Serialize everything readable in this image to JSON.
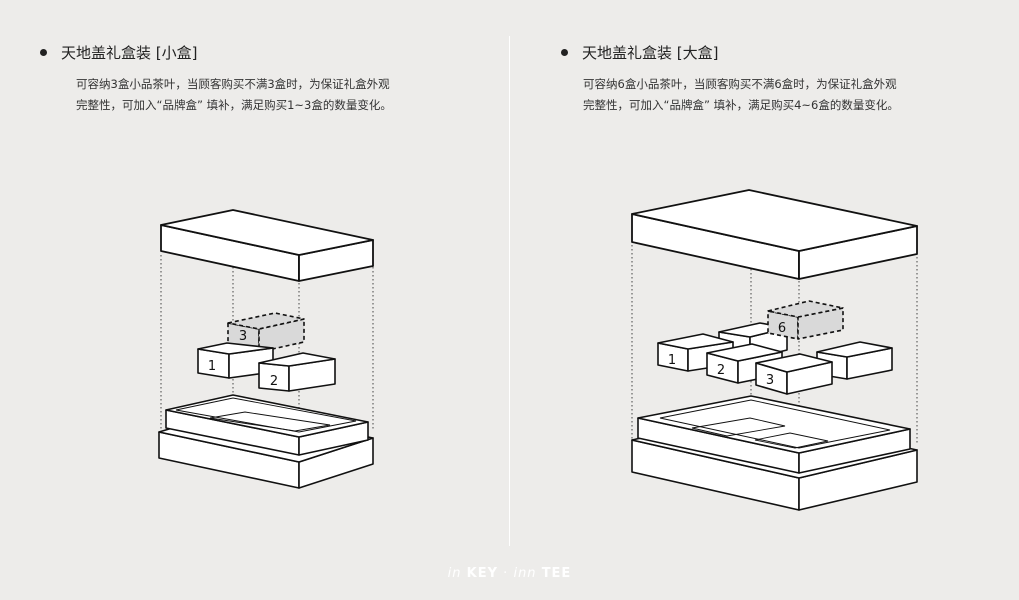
{
  "left": {
    "title": "天地盖礼盒装 [小盒]",
    "desc_line1": "可容纳3盒小品茶叶，当顾客购买不满3盒时，为保证礼盒外观",
    "desc_line2": "完整性，可加入“品牌盒” 填补，满足购买1~3盒的数量变化。",
    "box_labels": [
      "1",
      "2",
      "3"
    ]
  },
  "right": {
    "title": "天地盖礼盒装 [大盒]",
    "desc_line1": "可容纳6盒小品茶叶，当顾客购买不满6盒时，为保证礼盒外观",
    "desc_line2": "完整性，可加入“品牌盒” 填补，满足购买4~6盒的数量变化。",
    "box_labels": [
      "1",
      "2",
      "3",
      "6"
    ]
  },
  "footer": {
    "part1": "in",
    "part2": "KEY",
    "sep": "·",
    "part3": "inn",
    "part4": "TEE"
  },
  "colors": {
    "background": "#edecea",
    "stroke": "#111111",
    "filler_box": "#d9d9d9"
  }
}
